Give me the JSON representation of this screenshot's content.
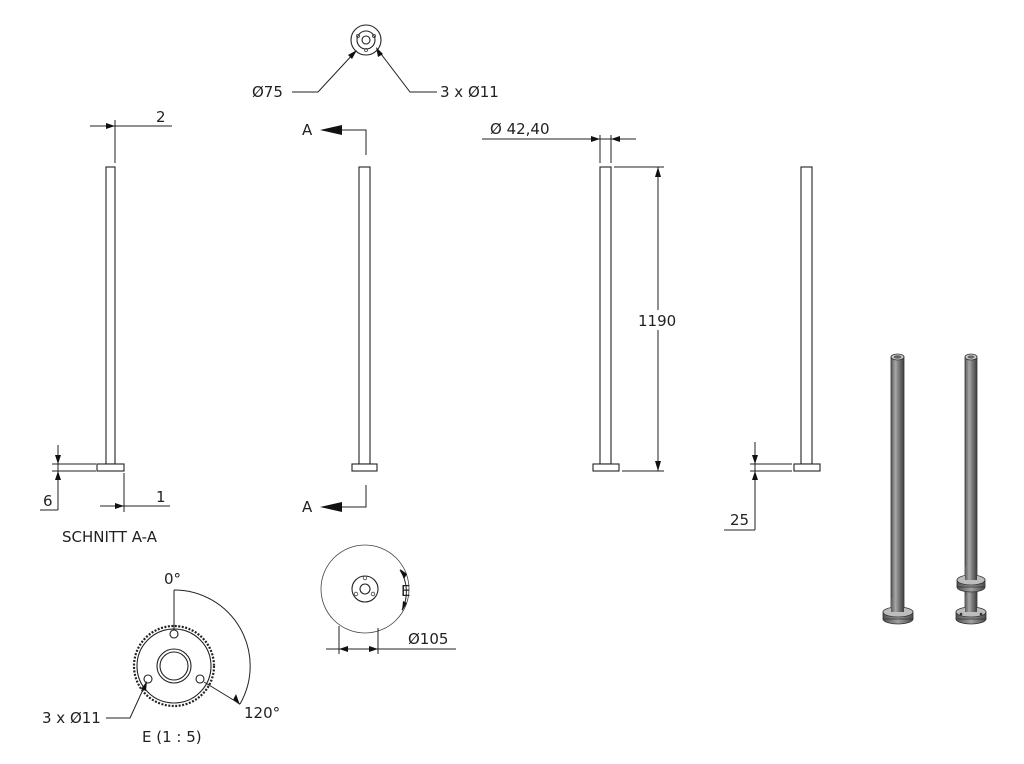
{
  "drawing": {
    "section_view": {
      "label": "SCHNITT A-A",
      "dim_wall": "2",
      "dim_plate_thickness": "6",
      "dim_offset": "1"
    },
    "front_view": {
      "section_marker_top": "A",
      "section_marker_bottom": "A"
    },
    "top_view": {
      "dim_bolt_circle": "Ø75",
      "dim_holes": "3 x Ø11"
    },
    "side_view": {
      "dim_tube_diameter": "Ø 42,40",
      "dim_height": "1190"
    },
    "right_view": {
      "dim_plate_height": "25"
    },
    "bottom_view": {
      "dim_plate_diameter": "Ø105",
      "detail_marker": "E"
    },
    "detail_view": {
      "label": "E (1 : 5)",
      "angle_start": "0°",
      "angle_end": "120°",
      "dim_holes": "3 x Ø11"
    }
  }
}
